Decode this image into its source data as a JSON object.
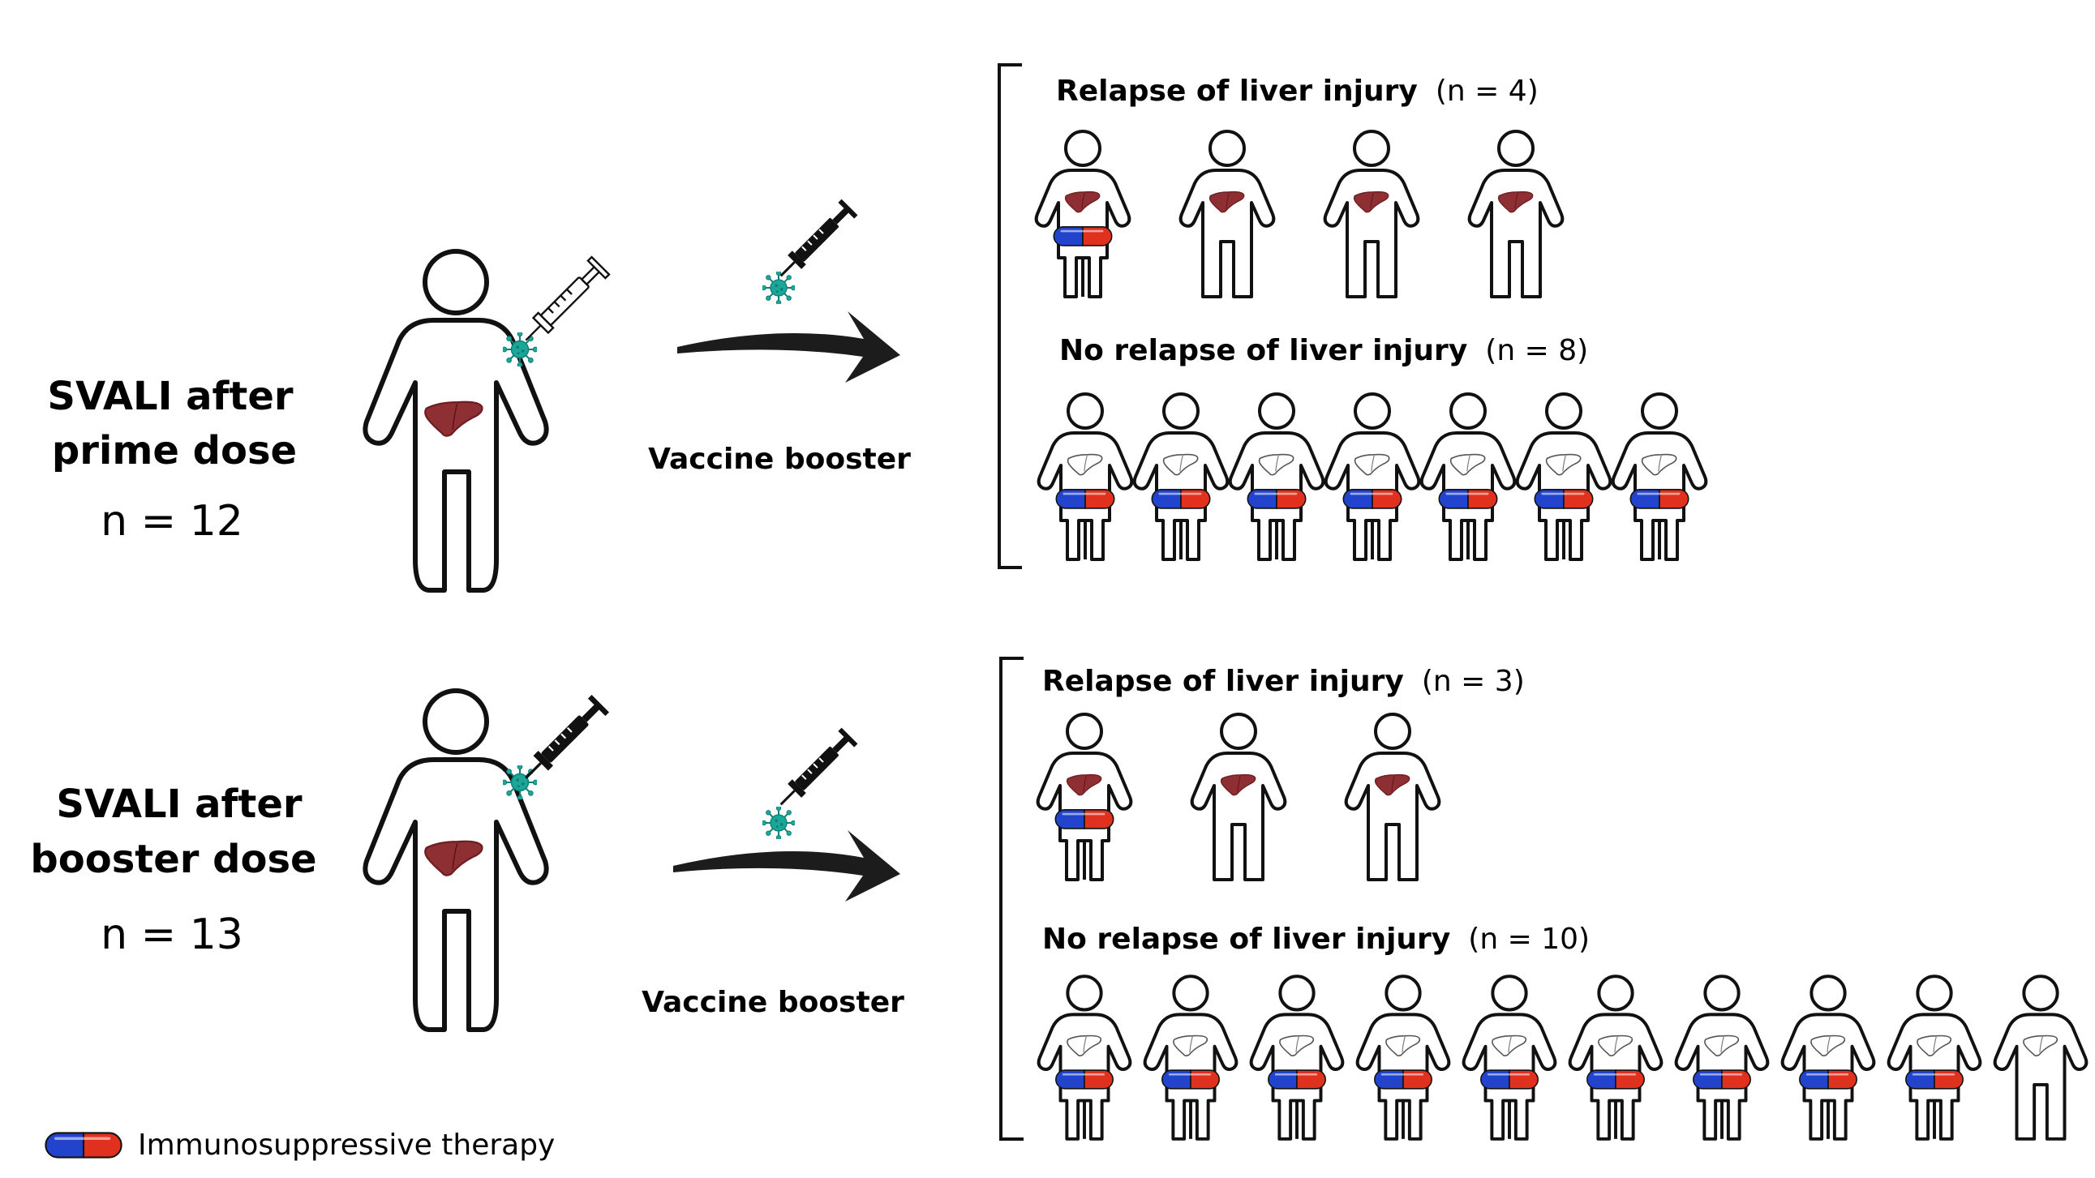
{
  "colors": {
    "outline": "#111111",
    "liver": "#8e2f33",
    "liver_light": "#a8474b",
    "virus": "#1aa79a",
    "capsule_blue": "#2244cc",
    "capsule_red": "#e0301e",
    "arrow": "#1c1c1c"
  },
  "icons": [
    "person-icon",
    "liver-icon",
    "syringe-icon",
    "virus-icon",
    "capsule-icon",
    "arrow-icon",
    "bracket"
  ],
  "cohorts": [
    {
      "title_line1": "SVALI after",
      "title_line2": "prime dose",
      "count": "n = 12",
      "arrow_label": "Vaccine booster",
      "relapse": {
        "label_bold": "Relapse of liver injury",
        "label_count": "(n = 4)",
        "figures": [
          {
            "liver": "filled",
            "capsule": true
          },
          {
            "liver": "filled",
            "capsule": false
          },
          {
            "liver": "filled",
            "capsule": false
          },
          {
            "liver": "filled",
            "capsule": false
          }
        ]
      },
      "no_relapse": {
        "label_bold": "No relapse of liver injury",
        "label_count": "(n = 8)",
        "figures": [
          {
            "liver": "outline",
            "capsule": true
          },
          {
            "liver": "outline",
            "capsule": true
          },
          {
            "liver": "outline",
            "capsule": true
          },
          {
            "liver": "outline",
            "capsule": true
          },
          {
            "liver": "outline",
            "capsule": true
          },
          {
            "liver": "outline",
            "capsule": true
          },
          {
            "liver": "outline",
            "capsule": true
          }
        ]
      }
    },
    {
      "title_line1": "SVALI after",
      "title_line2": "booster dose",
      "count": "n = 13",
      "arrow_label": "Vaccine booster",
      "relapse": {
        "label_bold": "Relapse of liver injury",
        "label_count": "(n = 3)",
        "figures": [
          {
            "liver": "filled",
            "capsule": true
          },
          {
            "liver": "filled",
            "capsule": false
          },
          {
            "liver": "filled",
            "capsule": false
          }
        ]
      },
      "no_relapse": {
        "label_bold": "No relapse of liver injury",
        "label_count": "(n = 10)",
        "figures": [
          {
            "liver": "outline",
            "capsule": true
          },
          {
            "liver": "outline",
            "capsule": true
          },
          {
            "liver": "outline",
            "capsule": true
          },
          {
            "liver": "outline",
            "capsule": true
          },
          {
            "liver": "outline",
            "capsule": true
          },
          {
            "liver": "outline",
            "capsule": true
          },
          {
            "liver": "outline",
            "capsule": true
          },
          {
            "liver": "outline",
            "capsule": true
          },
          {
            "liver": "outline",
            "capsule": true
          },
          {
            "liver": "outline",
            "capsule": false
          }
        ]
      }
    }
  ],
  "legend": {
    "label": "Immunosuppressive therapy"
  }
}
